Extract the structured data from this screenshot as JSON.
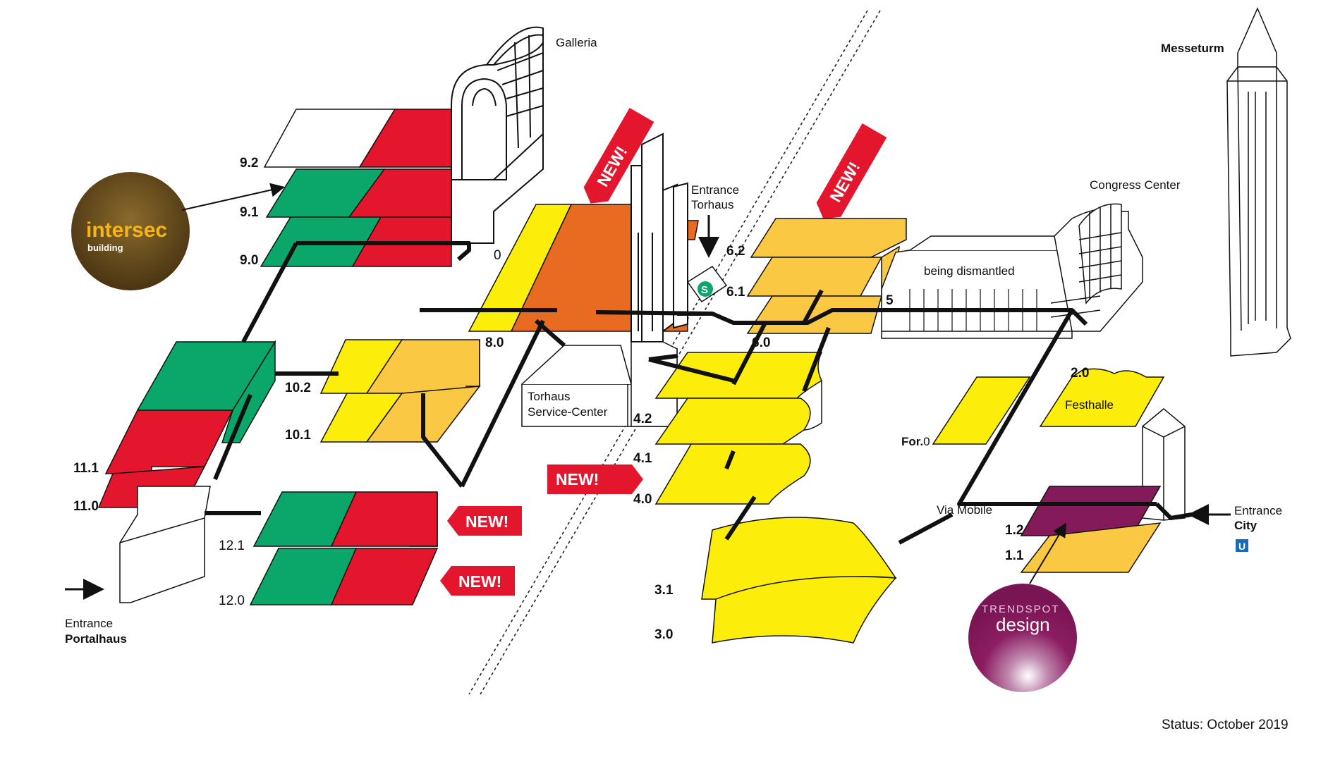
{
  "map": {
    "status": "Status: October 2019",
    "colors": {
      "green": "#0aa66a",
      "red": "#e3162d",
      "yellow": "#fcee0a",
      "light_orange": "#fbc844",
      "orange": "#e96b22",
      "purple": "#851a5b",
      "brown": "#6b4d1c",
      "route": "#111111"
    },
    "halls": {
      "h9_2": "9.2",
      "h9_1": "9.1",
      "h9_0": "9.0",
      "h0": "0",
      "h8_0": "8.0",
      "h10_2": "10.2",
      "h10_1": "10.1",
      "h11_1": "11.1",
      "h11_0": "11.0",
      "h12_1": "12.1",
      "h12_0": "12.0",
      "h6_2": "6.2",
      "h6_1": "6.1",
      "h6_0": "6.0",
      "h5": "5",
      "h4_2": "4.2",
      "h4_1": "4.1",
      "h4_0": "4.0",
      "h3_1": "3.1",
      "h3_0": "3.0",
      "h2_0": "2.0",
      "for_prefix": "For.",
      "for_suffix": "0",
      "h1_2": "1.2",
      "h1_1": "1.1"
    },
    "places": {
      "galleria": "Galleria",
      "messeturm": "Messeturm",
      "congress_center": "Congress Center",
      "entrance_torhaus_1": "Entrance",
      "entrance_torhaus_2": "Torhaus",
      "being_dismantled": "being dismantled",
      "torhaus_service_1": "Torhaus",
      "torhaus_service_2": "Service-Center",
      "festhalle": "Festhalle",
      "via_mobile": "Via Mobile",
      "entrance_city_1": "Entrance",
      "entrance_city_2": "City",
      "entrance_portalhaus_1": "Entrance",
      "entrance_portalhaus_2": "Portalhaus",
      "s_bahn": "S",
      "u_bahn": "U"
    },
    "badges": {
      "new": "NEW!"
    },
    "logos": {
      "intersec_main": "intersec",
      "intersec_sub": "building",
      "trendspot_main": "TRENDSPOT",
      "trendspot_sub": "design"
    }
  }
}
